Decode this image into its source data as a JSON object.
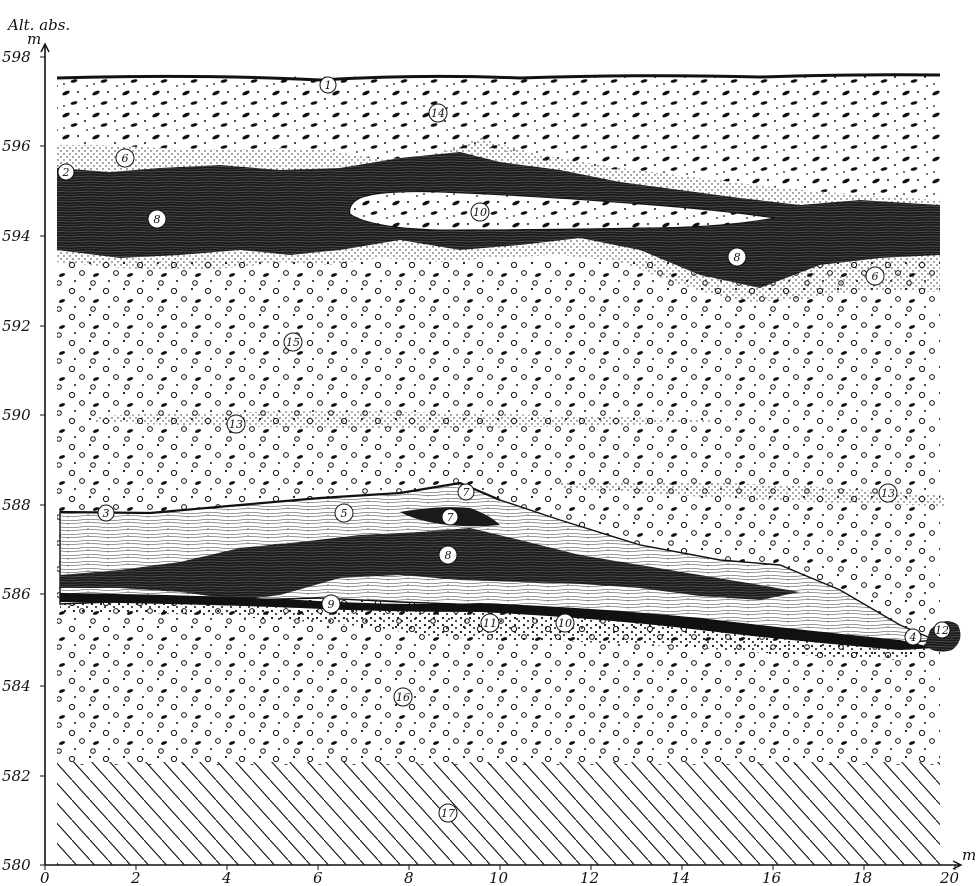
{
  "axis": {
    "y_title": "Alt. abs.",
    "y_unit": "m",
    "x_unit": "m",
    "y_ticks": [
      "598",
      "596",
      "594",
      "592",
      "590",
      "588",
      "586",
      "584",
      "582",
      "580"
    ],
    "x_ticks": [
      "0",
      "2",
      "4",
      "6",
      "8",
      "10",
      "12",
      "14",
      "16",
      "18",
      "20"
    ]
  },
  "layer_labels": [
    {
      "id": "l1",
      "text": "1",
      "layer": "surface line"
    },
    {
      "id": "l14",
      "text": "14",
      "layer": "top gravel"
    },
    {
      "id": "l6a",
      "text": "6",
      "layer": "fine sand band"
    },
    {
      "id": "l2",
      "text": "2",
      "layer": "upper organic lens edge"
    },
    {
      "id": "l8a",
      "text": "8",
      "layer": "upper dark clay"
    },
    {
      "id": "l10a",
      "text": "10",
      "layer": "gravel lens in clay"
    },
    {
      "id": "l8b",
      "text": "8",
      "layer": "upper dark clay"
    },
    {
      "id": "l6b",
      "text": "6",
      "layer": "fine sand band"
    },
    {
      "id": "l15a",
      "text": "15",
      "layer": "gravel with pebbles"
    },
    {
      "id": "l13a",
      "text": "13",
      "layer": "sand streak"
    },
    {
      "id": "l13b",
      "text": "13",
      "layer": "sand streak"
    },
    {
      "id": "l3",
      "text": "3",
      "layer": "lower lens top line"
    },
    {
      "id": "l5",
      "text": "5",
      "layer": "laminated sand"
    },
    {
      "id": "l7a",
      "text": "7",
      "layer": "lower lens crest"
    },
    {
      "id": "l7b",
      "text": "7",
      "layer": "dark band"
    },
    {
      "id": "l8c",
      "text": "8",
      "layer": "lower dark clay"
    },
    {
      "id": "l9",
      "text": "9",
      "layer": "dark base band"
    },
    {
      "id": "l11",
      "text": "11",
      "layer": "coarse sand"
    },
    {
      "id": "l10b",
      "text": "10",
      "layer": "coarse sand"
    },
    {
      "id": "l4",
      "text": "4",
      "layer": "lens tip"
    },
    {
      "id": "l12",
      "text": "12",
      "layer": "lens tip"
    },
    {
      "id": "l16",
      "text": "16",
      "layer": "lower gravel"
    },
    {
      "id": "l17",
      "text": "17",
      "layer": "bedrock hatching"
    }
  ]
}
